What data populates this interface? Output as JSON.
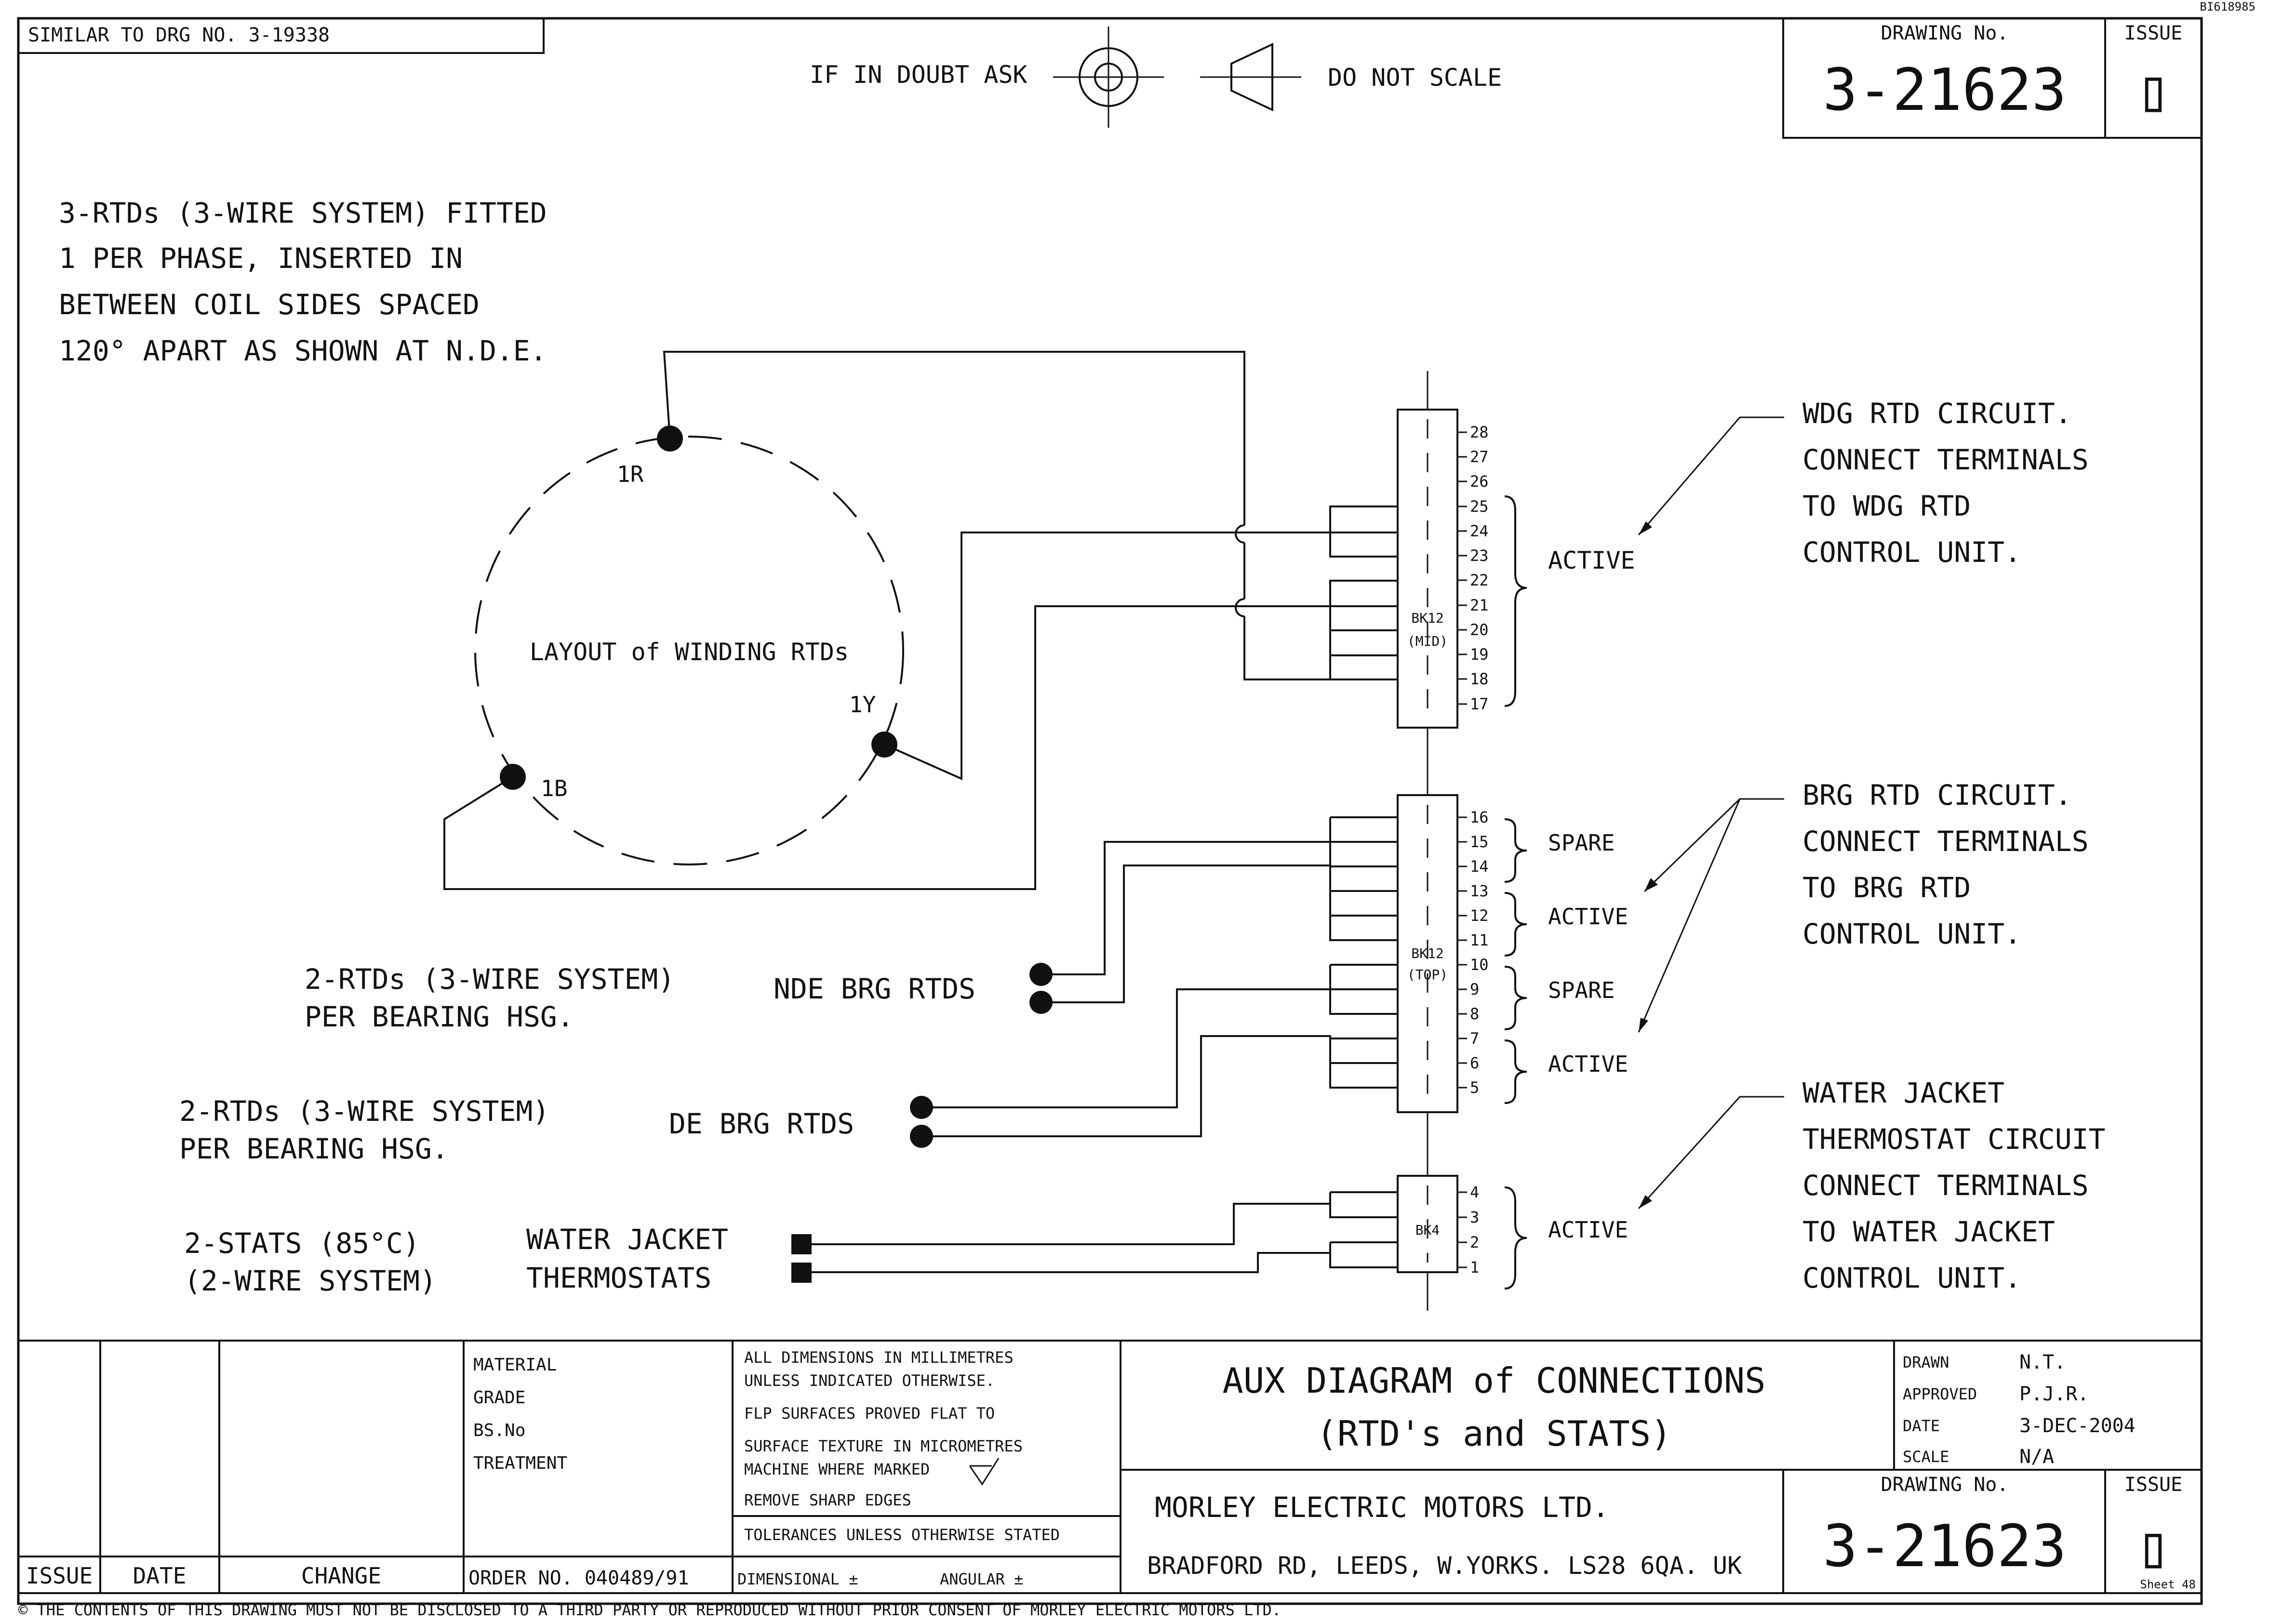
{
  "corner_code": "BI618985",
  "header": {
    "similar_to": "SIMILAR TO DRG NO. 3-19338",
    "if_in_doubt": "IF IN DOUBT ASK",
    "do_not_scale": "DO NOT SCALE",
    "drawing_no_label": "DRAWING No.",
    "drawing_no": "3-21623",
    "issue_label": "ISSUE",
    "issue": "▯"
  },
  "notes": {
    "winding_lines": [
      "3-RTDs (3-WIRE SYSTEM) FITTED",
      "1 PER PHASE, INSERTED IN",
      "BETWEEN COIL SIDES SPACED",
      "120° APART AS SHOWN AT N.D.E."
    ],
    "nde_system": [
      "2-RTDs (3-WIRE SYSTEM)",
      "PER BEARING HSG."
    ],
    "nde_label": "NDE BRG RTDS",
    "de_system": [
      "2-RTDs (3-WIRE SYSTEM)",
      "PER BEARING HSG."
    ],
    "de_label": "DE BRG RTDS",
    "stats_system": [
      "2-STATS (85°C)",
      "(2-WIRE SYSTEM)"
    ],
    "stats_label": [
      "WATER JACKET",
      "THERMOSTATS"
    ]
  },
  "winding": {
    "title": "LAYOUT of WINDING RTDs",
    "phases": {
      "r": "1R",
      "y": "1Y",
      "b": "1B"
    }
  },
  "blocks": {
    "mid": {
      "name": [
        "BK12",
        "(MID)"
      ],
      "terminals": [
        "28",
        "27",
        "26",
        "25",
        "24",
        "23",
        "22",
        "21",
        "20",
        "19",
        "18",
        "17"
      ]
    },
    "top": {
      "name": [
        "BK12",
        "(TOP)"
      ],
      "terminals": [
        "16",
        "15",
        "14",
        "13",
        "12",
        "11",
        "10",
        "9",
        "8",
        "7",
        "6",
        "5"
      ]
    },
    "bk4": {
      "name": [
        "BK4"
      ],
      "terminals": [
        "4",
        "3",
        "2",
        "1"
      ]
    }
  },
  "groups": {
    "active": "ACTIVE",
    "spare": "SPARE"
  },
  "callouts": {
    "wdg": [
      "WDG RTD CIRCUIT.",
      "CONNECT TERMINALS",
      "TO WDG RTD",
      "CONTROL UNIT."
    ],
    "brg": [
      "BRG RTD CIRCUIT.",
      "CONNECT TERMINALS",
      "TO BRG RTD",
      "CONTROL UNIT."
    ],
    "water": [
      "WATER JACKET",
      "THERMOSTAT CIRCUIT",
      "CONNECT TERMINALS",
      "TO WATER JACKET",
      "CONTROL UNIT."
    ]
  },
  "title_block": {
    "revision_headers": [
      "ISSUE",
      "DATE",
      "CHANGE"
    ],
    "material_lines": [
      "MATERIAL",
      "GRADE",
      "BS.No",
      "TREATMENT"
    ],
    "order_no": "ORDER NO. 040489/91",
    "general_notes": [
      "ALL DIMENSIONS IN MILLIMETRES",
      "UNLESS INDICATED OTHERWISE.",
      "FLP SURFACES PROVED FLAT TO",
      "SURFACE TEXTURE IN MICROMETRES",
      "MACHINE WHERE MARKED",
      "REMOVE SHARP EDGES"
    ],
    "tolerances": "TOLERANCES UNLESS OTHERWISE STATED",
    "dimensional": "DIMENSIONAL ±",
    "angular": "ANGULAR ±",
    "title_lines": [
      "AUX DIAGRAM of CONNECTIONS",
      "(RTD's and STATS)"
    ],
    "company": "MORLEY ELECTRIC MOTORS LTD.",
    "address": "BRADFORD RD, LEEDS, W.YORKS. LS28 6QA. UK",
    "drawn_label": "DRAWN",
    "drawn": "N.T.",
    "approved_label": "APPROVED",
    "approved": "P.J.R.",
    "date_label": "DATE",
    "date": "3-DEC-2004",
    "scale_label": "SCALE",
    "scale": "N/A",
    "drawing_no_label": "DRAWING No.",
    "drawing_no": "3-21623",
    "issue_label": "ISSUE",
    "issue": "▯",
    "sheet_mark": "Sheet 48"
  },
  "footer": "© THE CONTENTS OF THIS DRAWING MUST NOT BE DISCLOSED TO A THIRD PARTY OR REPRODUCED WITHOUT PRIOR CONSENT OF MORLEY ELECTRIC MOTORS LTD."
}
